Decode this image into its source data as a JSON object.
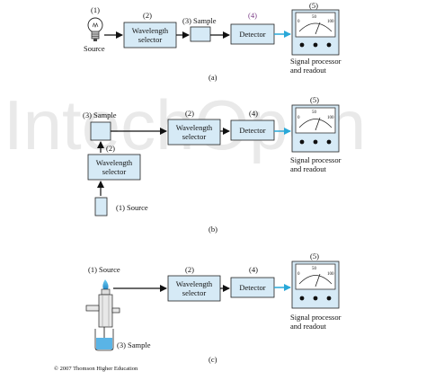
{
  "watermark": "IntechOpen",
  "copyright": "© 2007 Thomson Higher Education",
  "meter_scale": {
    "left": "0",
    "mid": "50",
    "right": "100"
  },
  "panels": [
    {
      "caption": "(a)",
      "labels": {
        "source_num": "(1)",
        "source": "Source",
        "ws_num": "(2)",
        "ws_line1": "Wavelength",
        "ws_line2": "selector",
        "sample": "(3) Sample",
        "det_num": "(4)",
        "detector": "Detector",
        "sp_num": "(5)",
        "sp_line1": "Signal processor",
        "sp_line2": "and readout"
      }
    },
    {
      "caption": "(b)",
      "labels": {
        "sample": "(3) Sample",
        "ws_num": "(2)",
        "ws_line1": "Wavelength",
        "ws_line2": "selector",
        "ws2_num": "(2)",
        "ws2_line1": "Wavelength",
        "ws2_line2": "selector",
        "source": "(1) Source",
        "det_num": "(4)",
        "detector": "Detector",
        "sp_num": "(5)",
        "sp_line1": "Signal processor",
        "sp_line2": "and readout"
      }
    },
    {
      "caption": "(c)",
      "labels": {
        "source": "(1) Source",
        "ws_num": "(2)",
        "ws_line1": "Wavelength",
        "ws_line2": "selector",
        "det_num": "(4)",
        "detector": "Detector",
        "sp_num": "(5)",
        "sp_line1": "Signal processor",
        "sp_line2": "and readout",
        "sample": "(3) Sample"
      }
    }
  ]
}
